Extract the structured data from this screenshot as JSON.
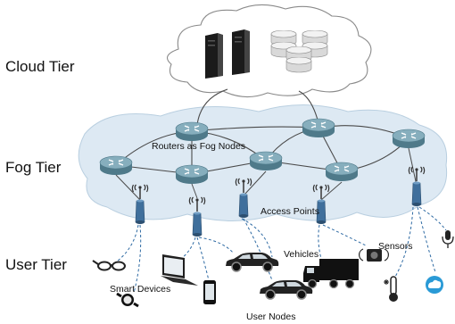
{
  "tiers": {
    "cloud": "Cloud Tier",
    "fog": "Fog Tier",
    "user": "User Tier"
  },
  "labels": {
    "routers": "Routers as Fog Nodes",
    "access_points": "Access Points",
    "vehicles": "Vehicles",
    "sensors": "Sensors",
    "smart_devices": "Smart Devices",
    "user_nodes": "User Nodes"
  },
  "colors": {
    "router_top": "#7fa7b6",
    "router_side": "#4f7a8a",
    "cloud_fill": "#ffffff",
    "fog_fill": "#dde9f3",
    "link": "#4a4a4a",
    "wireless": "#2e6aa3",
    "antenna": "#3f6f9c"
  }
}
